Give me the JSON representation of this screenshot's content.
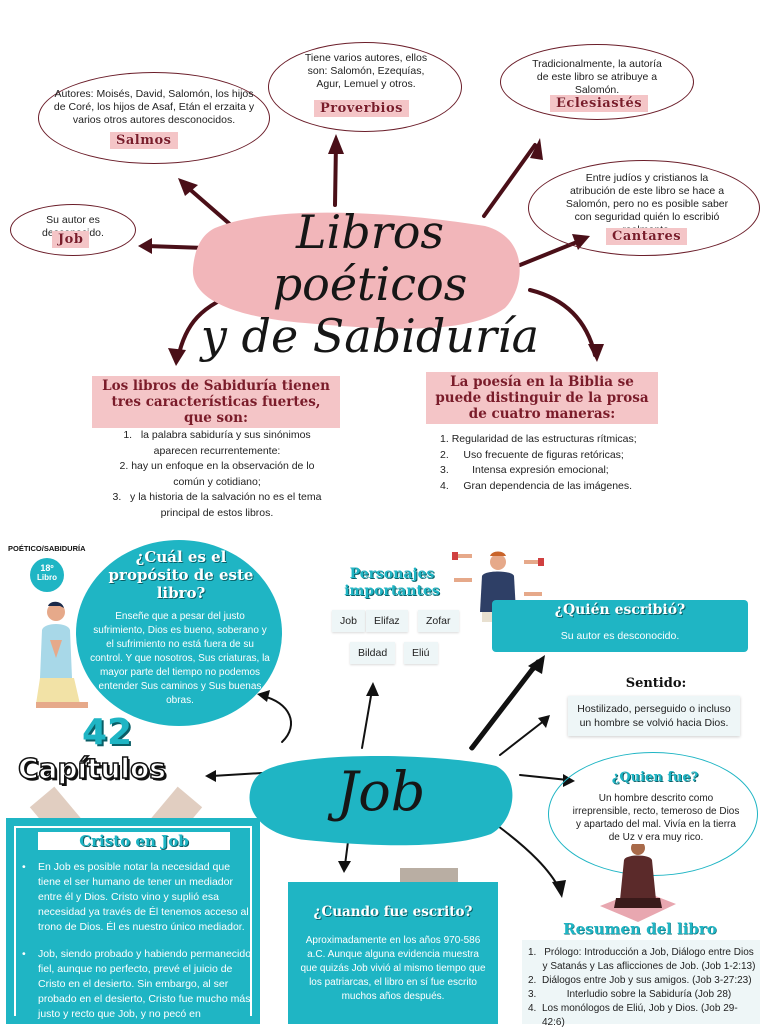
{
  "main_title": {
    "line1": "Libros poéticos",
    "line2": "y de Sabiduría"
  },
  "salmos": {
    "tag": "Salmos",
    "text": "Autores: Moisés, David, Salomón, los hijos de Coré, los hijos de Asaf, Etán el erzaita y varios otros autores desconocidos."
  },
  "proverbios": {
    "tag": "Proverbios",
    "text": "Tiene varios autores, ellos son: Salomón, Ezequías, Agur, Lemuel y otros."
  },
  "eclesiastes": {
    "tag": "Eclesiastés",
    "text": "Tradicionalmente, la autoría de este libro se atribuye a Salomón."
  },
  "job_top": {
    "tag": "Job",
    "text": "Su autor es desconocido."
  },
  "cantares": {
    "tag": "Cantares",
    "text": "Entre judíos y cristianos la atribución de este libro se hace a Salomón, pero no es posible saber con seguridad quién lo escribió realmente."
  },
  "sabiduria": {
    "heading": "Los libros de Sabiduría tienen tres características fuertes, que son:",
    "items": [
      {
        "num": "1.",
        "text": "la palabra sabiduría y sus sinónimos aparecen recurrentemente:"
      },
      {
        "num": "2.",
        "text": "hay un enfoque en la observación de lo común y cotidiano;"
      },
      {
        "num": "3.",
        "text": "y la historia de la salvación no es el tema principal de estos libros."
      }
    ]
  },
  "poesia": {
    "heading": "La poesía en la Biblia se puede distinguir de la prosa de cuatro maneras:",
    "items": [
      {
        "num": "1.",
        "text": "Regularidad de las estructuras rítmicas;"
      },
      {
        "num": "2.",
        "text": "Uso frecuente de figuras retóricas;"
      },
      {
        "num": "3.",
        "text": "Intensa expresión emocional;"
      },
      {
        "num": "4.",
        "text": "Gran dependencia de las imágenes."
      }
    ]
  },
  "badge": {
    "arc": "POÉTICO/SABIDURÍA",
    "num": "18º",
    "label": "Libro"
  },
  "proposito": {
    "heading": "¿Cuál es el propósito de este libro?",
    "text": "Enseñe que a pesar del justo sufrimiento, Dios es bueno, soberano y el sufrimiento no está fuera de su control. Y que nosotros, Sus criaturas, la mayor parte del tiempo no podemos entender Sus caminos y Sus buenas obras."
  },
  "capitulos": {
    "num": "42",
    "label": "Capítulos"
  },
  "personajes": {
    "heading": "Personajes importantes",
    "names": [
      "Job",
      "Elifaz",
      "Zofar",
      "Bildad",
      "Eliú"
    ]
  },
  "quien_escribio": {
    "heading": "¿Quién escribió?",
    "text": "Su autor es desconocido."
  },
  "sentido": {
    "heading": "Sentido:",
    "text": "Hostilizado, perseguido o incluso un hombre se volvió hacia Dios."
  },
  "job_center": {
    "title": "Job"
  },
  "quien_fue": {
    "heading": "¿Quien fue?",
    "text": "Un hombre descrito como irreprensible, recto, temeroso de Dios y apartado del mal. Vivía en la tierra de Uz y era muy rico."
  },
  "cristo": {
    "heading": "Cristo en Job",
    "bullets": [
      "En Job es posible notar la necesidad que tiene el ser humano de tener un mediador entre él y Dios. Cristo vino y suplió esa necesidad ya través de Él tenemos acceso al trono de Dios. Él es nuestro único mediador.",
      "Job, siendo probado y habiendo permanecido fiel, aunque no perfecto, prevé el juicio de Cristo en el desierto. Sin embargo, al ser probado en el desierto, Cristo fue mucho más justo y recto que Job, y no pecó en"
    ]
  },
  "cuando": {
    "heading": "¿Cuando fue escrito?",
    "text": "Aproximadamente en los años 970-586 a.C. Aunque alguna evidencia muestra que quizás Job vivió al mismo tiempo que los patriarcas, el libro en sí fue escrito muchos años después."
  },
  "resumen": {
    "heading": "Resumen del libro",
    "items": [
      {
        "num": "1.",
        "text": "Prólogo: Introducción a Job, Diálogo entre Dios y Satanás y Las aflicciones de Job. (Job 1-2:13)"
      },
      {
        "num": "2.",
        "text": "Diálogos entre Job y sus amigos. (Job 3-27:23)"
      },
      {
        "num": "3.",
        "text": "Interludio sobre la Sabiduría (Job 28)"
      },
      {
        "num": "4.",
        "text": "Los monólogos de Eliú, Job y Dios. (Job 29-42:6)"
      }
    ]
  },
  "colors": {
    "maroon": "#6b1e2a",
    "pink": "#f4c5c7",
    "teal": "#1fb5c4"
  }
}
